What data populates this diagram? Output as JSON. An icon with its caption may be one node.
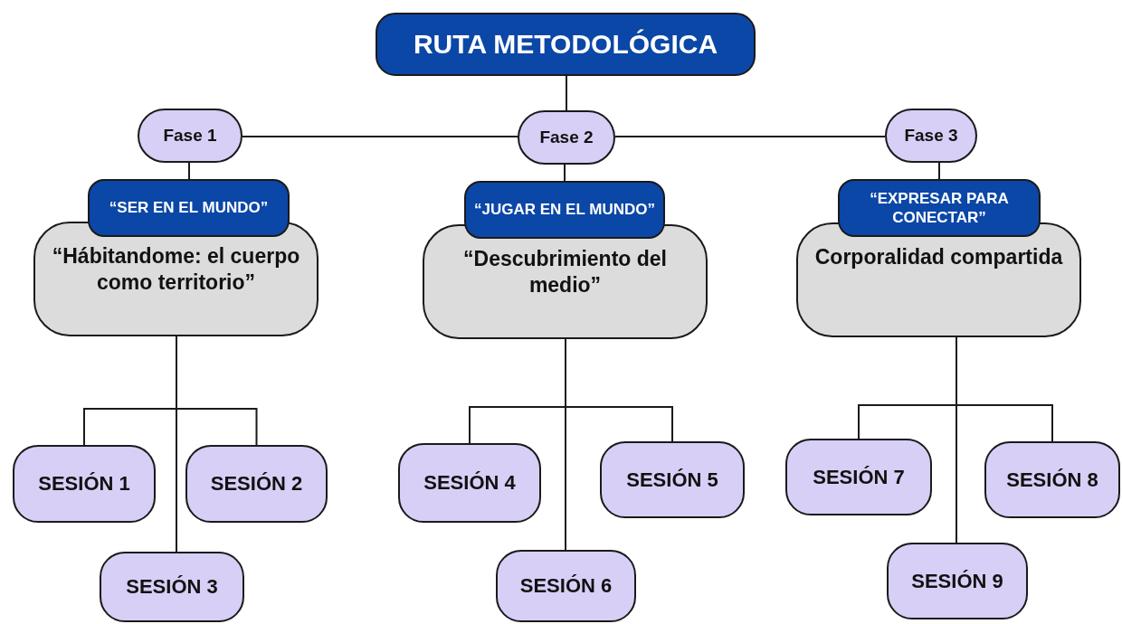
{
  "diagram": {
    "nodes": [
      {
        "text": [
          "RUTA METODOLÓGICA"
        ]
      },
      {
        "text": [
          "Fase 1"
        ]
      },
      {
        "text": [
          "Fase 2"
        ]
      },
      {
        "text": [
          "Fase 3"
        ]
      },
      {
        "text": [
          "“SER EN EL MUNDO”"
        ]
      },
      {
        "text": [
          "“Hábitandome: el cuerpo como territorio”"
        ]
      },
      {
        "text": [
          "“JUGAR EN EL MUNDO”"
        ]
      },
      {
        "text": [
          "“Descubrimiento del medio”"
        ]
      },
      {
        "text": [
          "“EXPRESAR PARA CONECTAR”"
        ]
      },
      {
        "text": [
          "Corporalidad compartida"
        ]
      },
      {
        "text": [
          "SESIÓN 1"
        ]
      },
      {
        "text": [
          "SESIÓN 2"
        ]
      },
      {
        "text": [
          "SESIÓN 3"
        ]
      },
      {
        "text": [
          "SESIÓN 4"
        ]
      },
      {
        "text": [
          "SESIÓN 5"
        ]
      },
      {
        "text": [
          "SESIÓN 6"
        ]
      },
      {
        "text": [
          "SESIÓN 7"
        ]
      },
      {
        "text": [
          "SESIÓN 8"
        ]
      },
      {
        "text": [
          "SESIÓN 9"
        ]
      }
    ],
    "edges": [
      {
        "from": 0,
        "to": 2,
        "arrow": "none"
      },
      {
        "from": 1,
        "to": 2,
        "arrow": "none"
      },
      {
        "from": 2,
        "to": 3,
        "arrow": "none"
      },
      {
        "from": 1,
        "to": 4,
        "arrow": "none"
      },
      {
        "from": 2,
        "to": 6,
        "arrow": "none"
      },
      {
        "from": 3,
        "to": 8,
        "arrow": "none"
      },
      {
        "from": 5,
        "to": 10,
        "arrow": "none"
      },
      {
        "from": 5,
        "to": 11,
        "arrow": "none"
      },
      {
        "from": 5,
        "to": 12,
        "arrow": "none"
      },
      {
        "from": 7,
        "to": 13,
        "arrow": "none"
      },
      {
        "from": 7,
        "to": 14,
        "arrow": "none"
      },
      {
        "from": 7,
        "to": 15,
        "arrow": "none"
      },
      {
        "from": 9,
        "to": 16,
        "arrow": "none"
      },
      {
        "from": 9,
        "to": 17,
        "arrow": "none"
      },
      {
        "from": 9,
        "to": 18,
        "arrow": "none"
      }
    ]
  }
}
